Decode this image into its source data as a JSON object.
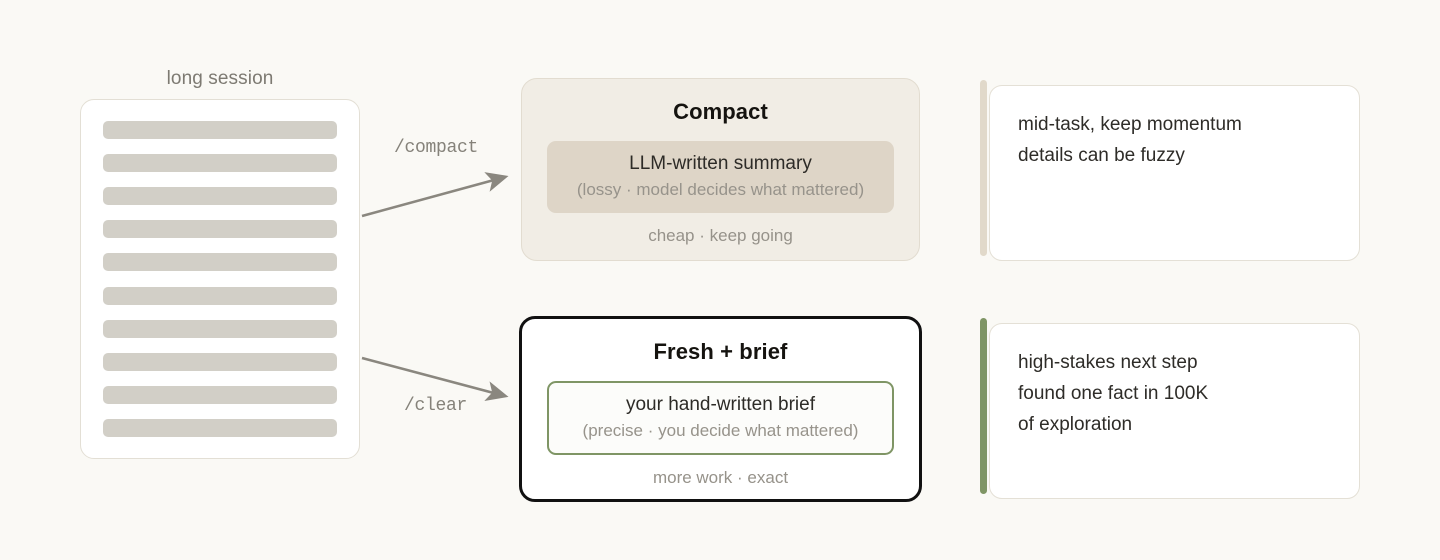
{
  "page": {
    "background_color": "#faf9f5",
    "accent_green": "#7f9565",
    "accent_tan": "#e1d9ca",
    "muted_text_color": "#97938b"
  },
  "session": {
    "label": "long session",
    "row_count": 10,
    "row_color": "#d2cfc7"
  },
  "arrows": [
    {
      "label": "/compact",
      "direction": "up-right",
      "target": "Compact"
    },
    {
      "label": "/clear",
      "direction": "down-right",
      "target": "Fresh + brief"
    }
  ],
  "options": [
    {
      "id": "compact",
      "title": "Compact",
      "chip_main": "LLM-written summary",
      "chip_sub": "(lossy · model decides what mattered)",
      "footer": "cheap · keep going",
      "emphasis": "normal",
      "box_background": "#f1ede5",
      "chip_background": "#ded5c7"
    },
    {
      "id": "fresh-brief",
      "title": "Fresh + brief",
      "chip_main": "your hand-written brief",
      "chip_sub": "(precise · you decide what mattered)",
      "footer": "more work · exact",
      "emphasis": "highlighted",
      "box_background": "#ffffff",
      "chip_background": "#fcfcfa"
    }
  ],
  "callouts": [
    {
      "id": "compact-when",
      "accent_color": "#e1d9ca",
      "lines": [
        "mid-task, keep momentum",
        "details can be fuzzy"
      ]
    },
    {
      "id": "fresh-when",
      "accent_color": "#7f9565",
      "lines": [
        "high-stakes next step",
        "found one fact in 100K",
        "of exploration"
      ]
    }
  ]
}
